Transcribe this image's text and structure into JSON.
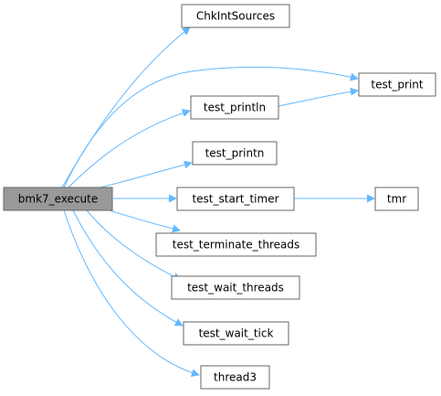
{
  "graph": {
    "colors": {
      "root_fill": "#999999",
      "node_fill": "#ffffff",
      "node_stroke": "#666666",
      "edge": "#63b8ff"
    },
    "nodes": [
      {
        "id": "bmk7_execute",
        "label": "bmk7_execute",
        "root": true
      },
      {
        "id": "ChkIntSources",
        "label": "ChkIntSources"
      },
      {
        "id": "test_print",
        "label": "test_print"
      },
      {
        "id": "test_println",
        "label": "test_println"
      },
      {
        "id": "test_printn",
        "label": "test_printn"
      },
      {
        "id": "test_start_timer",
        "label": "test_start_timer"
      },
      {
        "id": "tmr",
        "label": "tmr"
      },
      {
        "id": "test_terminate_threads",
        "label": "test_terminate_threads"
      },
      {
        "id": "test_wait_threads",
        "label": "test_wait_threads"
      },
      {
        "id": "test_wait_tick",
        "label": "test_wait_tick"
      },
      {
        "id": "thread3",
        "label": "thread3"
      }
    ],
    "edges": [
      {
        "from": "bmk7_execute",
        "to": "ChkIntSources"
      },
      {
        "from": "bmk7_execute",
        "to": "test_print"
      },
      {
        "from": "bmk7_execute",
        "to": "test_println"
      },
      {
        "from": "bmk7_execute",
        "to": "test_printn"
      },
      {
        "from": "bmk7_execute",
        "to": "test_start_timer"
      },
      {
        "from": "bmk7_execute",
        "to": "test_terminate_threads"
      },
      {
        "from": "bmk7_execute",
        "to": "test_wait_threads"
      },
      {
        "from": "bmk7_execute",
        "to": "test_wait_tick"
      },
      {
        "from": "bmk7_execute",
        "to": "thread3"
      },
      {
        "from": "test_println",
        "to": "test_print"
      },
      {
        "from": "test_start_timer",
        "to": "tmr"
      }
    ]
  }
}
